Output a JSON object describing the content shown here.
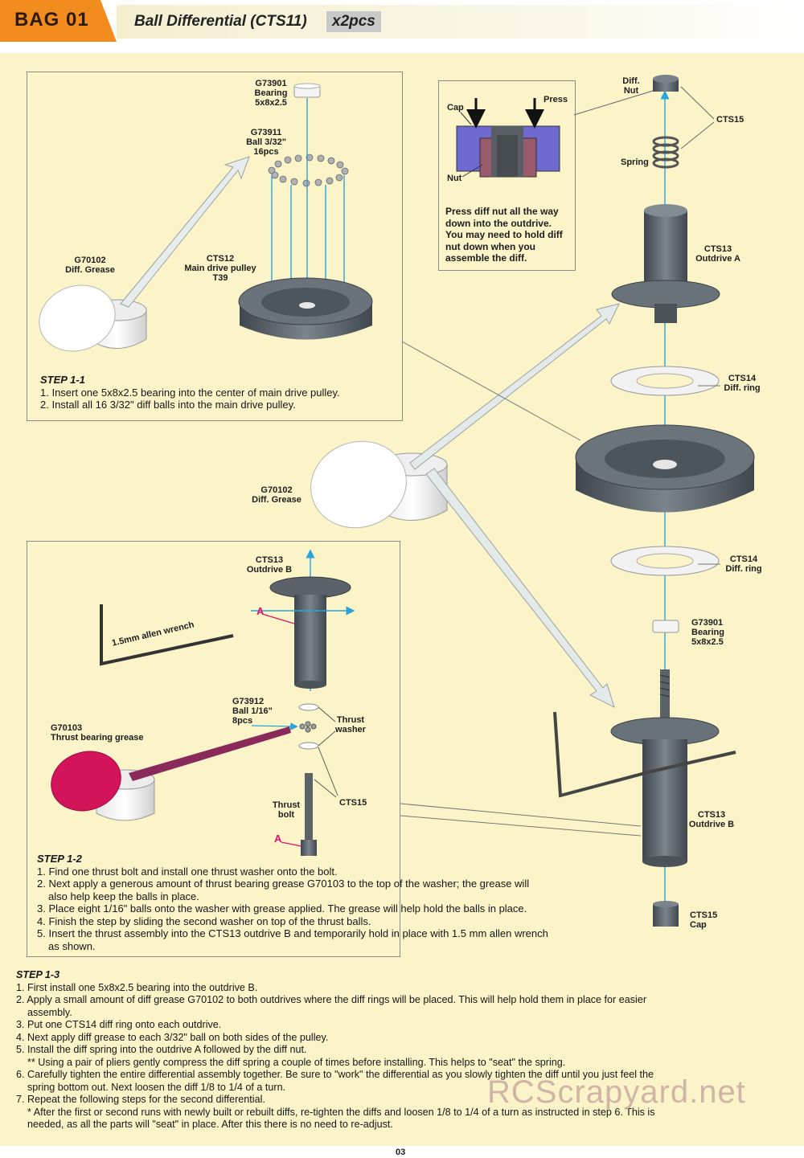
{
  "header": {
    "bag": "BAG 01",
    "title": "Ball Differential (CTS11)",
    "qty": "x2pcs"
  },
  "labels": {
    "g73901_top": [
      "G73901",
      "Bearing",
      "5x8x2.5"
    ],
    "g73911": [
      "G73911",
      "Ball 3/32\"",
      "16pcs"
    ],
    "cts12": [
      "CTS12",
      "Main drive pulley",
      "T39"
    ],
    "g70102_a": [
      "G70102",
      "Diff. Grease"
    ],
    "g70102_b": [
      "G70102",
      "Diff. Grease"
    ],
    "inset": {
      "cap": "Cap",
      "press": "Press",
      "nut": "Nut",
      "text": [
        "Press diff nut all the way",
        "down into the outdrive.",
        "You may need to hold diff",
        "nut down when you",
        "assemble the diff."
      ]
    },
    "diff_nut": [
      "Diff.",
      "Nut"
    ],
    "spring": "Spring",
    "cts15_top": "CTS15",
    "cts13_a": [
      "CTS13",
      "Outdrive A"
    ],
    "cts14_a": [
      "CTS14",
      "Diff. ring"
    ],
    "cts14_b": [
      "CTS14",
      "Diff. ring"
    ],
    "g73901_right": [
      "G73901",
      "Bearing",
      "5x8x2.5"
    ],
    "cts13_b_right": [
      "CTS13",
      "Outdrive B"
    ],
    "cts15_cap": [
      "CTS15",
      "Cap"
    ],
    "cts13_b_left": [
      "CTS13",
      "Outdrive B"
    ],
    "allen": "1.5mm allen wrench",
    "g73912": [
      "G73912",
      "Ball 1/16\"",
      "8pcs"
    ],
    "thrust_washer": [
      "Thrust",
      "washer"
    ],
    "g70103": [
      "G70103",
      "Thrust bearing grease"
    ],
    "thrust_bolt": [
      "Thrust",
      "bolt"
    ],
    "cts15_left": "CTS15",
    "a_mark": "A"
  },
  "steps": {
    "s1_1": {
      "heading": "STEP 1-1",
      "lines": [
        "1. Insert one 5x8x2.5 bearing into the center of main drive pulley.",
        "2. Install all 16 3/32\" diff balls into the main drive pulley."
      ]
    },
    "s1_2": {
      "heading": "STEP 1-2",
      "lines": [
        "1. Find one thrust bolt and install one thrust washer onto the bolt.",
        "2. Next apply a generous amount of thrust bearing grease G70103 to the top of the washer; the grease will",
        "also help keep the balls in place.",
        "3. Place eight 1/16\" balls onto the washer with grease applied.  The grease will help hold the balls in place.",
        "4. Finish the step by sliding the second washer on top of the thrust balls.",
        "5. Insert the thrust assembly into the CTS13 outdrive B and temporarily hold in place with 1.5 mm allen wrench",
        "as shown."
      ]
    },
    "s1_3": {
      "heading": "STEP 1-3",
      "lines": [
        "1. First install one 5x8x2.5 bearing into the outdrive B.",
        "2. Apply a small amount of diff grease G70102 to both outdrives where the diff rings will be placed.  This will help hold them in place for easier",
        "assembly.",
        "3. Put one CTS14 diff ring onto each outdrive.",
        "4. Next apply diff grease to each 3/32\" ball on both sides of the pulley.",
        "5. Install the diff spring into the outdrive A followed by the diff nut.",
        "** Using a pair of pliers gently compress the diff spring a couple of times before installing.  This helps to \"seat\" the spring.",
        "6. Carefully tighten the entire differential assembly together.  Be sure to \"work\" the differential as you slowly tighten the diff until you just feel the",
        "spring bottom out.  Next loosen the diff 1/8 to 1/4 of a turn.",
        "7. Repeat the following steps for the second differential.",
        "* After the first or second runs with newly built or rebuilt diffs, re-tighten the diffs and loosen 1/8 to 1/4 of a turn as instructed in step 6.  This is",
        "needed, as all the parts will \"seat\" in place. After this there is no need to re-adjust."
      ]
    }
  },
  "watermark": "RCScrapyard.net",
  "page_number": "03",
  "colors": {
    "accent": "#f28c1e",
    "panel_bg": "#fbf4c9",
    "arrow": "#2aa3d8",
    "part_gray": "#5d646b",
    "grease_pink": "#d4145a"
  }
}
